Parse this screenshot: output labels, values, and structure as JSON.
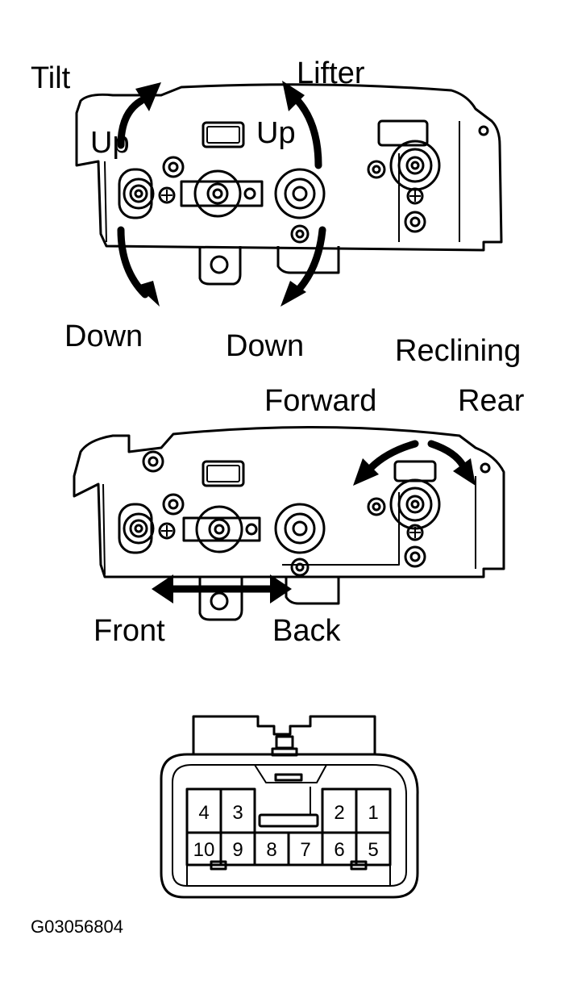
{
  "top_figure": {
    "tilt": "Tilt",
    "tilt_up": "Up",
    "tilt_down": "Down",
    "lifter": "Lifter",
    "lifter_up": "Up",
    "lifter_down": "Down"
  },
  "middle_figure": {
    "reclining": "Reclining",
    "forward": "Forward",
    "rear": "Rear",
    "front": "Front",
    "back": "Back"
  },
  "connector": {
    "pins_top_row": [
      "4",
      "3",
      "2",
      "1"
    ],
    "pins_bottom_row": [
      "10",
      "9",
      "8",
      "7",
      "6",
      "5"
    ]
  },
  "figure_code": "G03056804"
}
